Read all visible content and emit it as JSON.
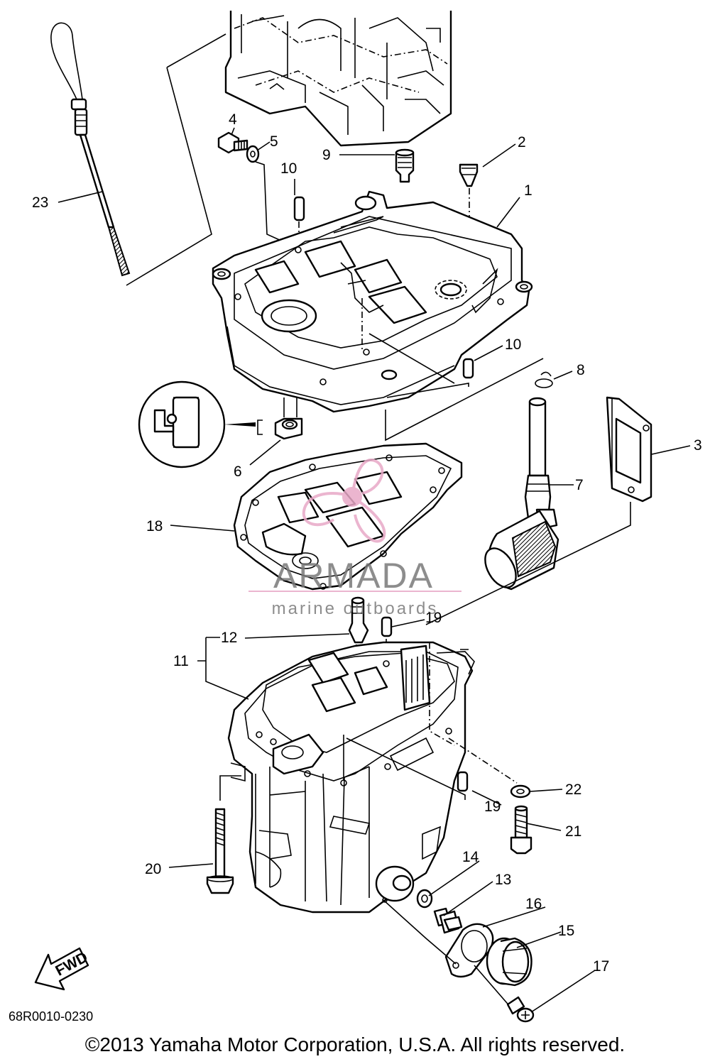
{
  "drawing_code": "68R0010-0230",
  "copyright": "©2013 Yamaha Motor Corporation, U.S.A. All rights reserved.",
  "fwd_label": "FWD",
  "watermark": {
    "brand": "ARMADA",
    "tagline": "marine outboards",
    "color": "#e8a9c7"
  },
  "callouts": {
    "c1": "1",
    "c2": "2",
    "c3": "3",
    "c4": "4",
    "c5": "5",
    "c6": "6",
    "c7": "7",
    "c8": "8",
    "c9": "9",
    "c10a": "10",
    "c10b": "10",
    "c11": "11",
    "c12": "12",
    "c13": "13",
    "c14": "14",
    "c15": "15",
    "c16": "16",
    "c17": "17",
    "c18": "18",
    "c19a": "19",
    "c19b": "19",
    "c20": "20",
    "c21": "21",
    "c22": "22",
    "c23": "23"
  }
}
